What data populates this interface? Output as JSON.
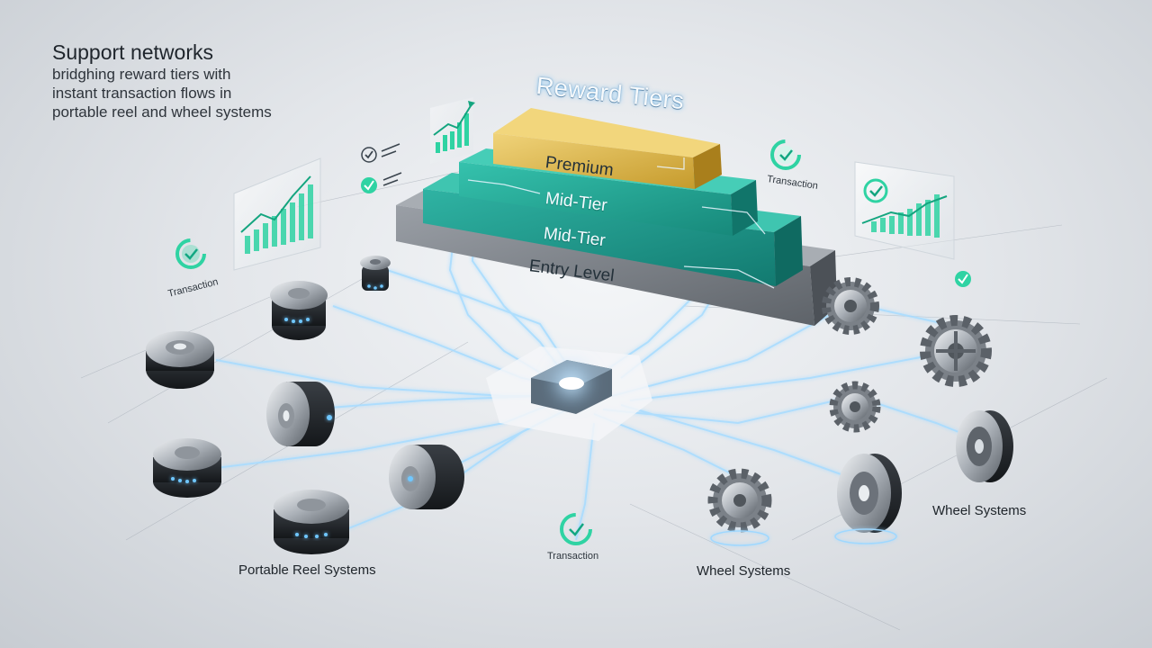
{
  "headline": {
    "title": "Support networks",
    "subtitle_lines": [
      "bridghing reward tiers with",
      "instant transaction flows in",
      "portable reel and wheel systems"
    ]
  },
  "tiers": {
    "title": "Reward Tiers",
    "levels": [
      "Premium",
      "Mid-Tier",
      "Mid-Tier",
      "Entry Level"
    ]
  },
  "transaction_labels": [
    "Transaction",
    "Transaction",
    "Transaction"
  ],
  "groups": {
    "reels_label": "Portable Reel Systems",
    "wheels_label_1": "Wheel Systems",
    "wheels_label_2": "Wheel Systems"
  },
  "colors": {
    "premium": "#d9b648",
    "mid_tier": "#1f9e8f",
    "entry": "#6b7077",
    "flow": "#9fd8ff",
    "accent": "#2fd3a3"
  },
  "icons": [
    "checkmark-icon",
    "trend-chart-icon",
    "reel-icon",
    "gear-icon",
    "wheel-icon",
    "hub-icon"
  ]
}
